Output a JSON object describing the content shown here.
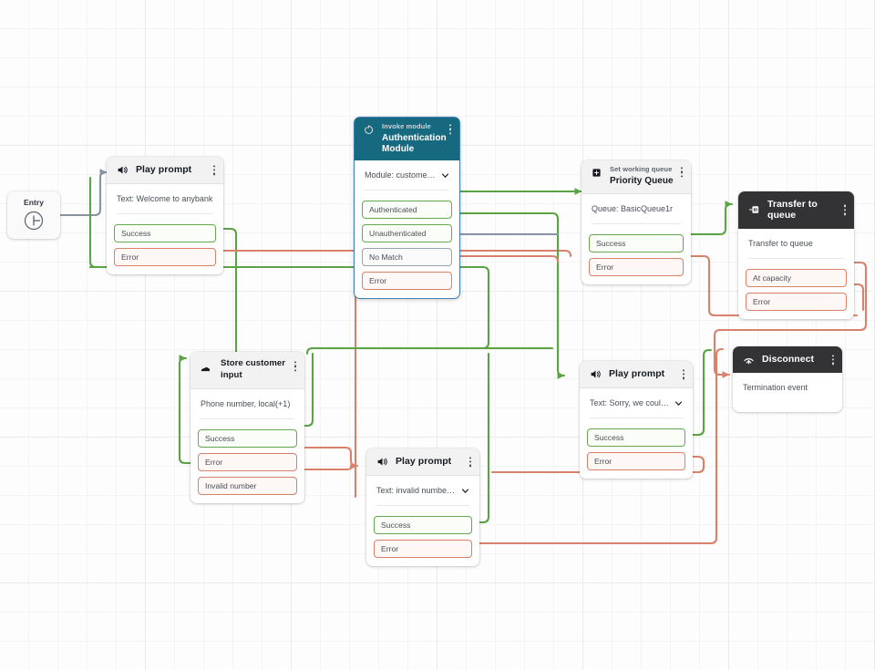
{
  "canvas": {
    "grid": true,
    "background_color": "#fdfdfd",
    "grid_color": "#ebebeb"
  },
  "colors": {
    "success": "#67a84f",
    "error": "#d9816a",
    "neutral": "#8794a3",
    "teal_header": "#16697f",
    "dark_header": "#333336",
    "gray_header": "#f2f2f3"
  },
  "entry": {
    "label": "Entry",
    "icon": "start-circle-icon"
  },
  "nodes": [
    {
      "id": "play-prompt-welcome",
      "eyebrow": "",
      "title": "Play prompt",
      "icon": "speaker-icon",
      "param": "Text: Welcome to anybank",
      "has_chevron": false,
      "ports": [
        {
          "label": "Success",
          "kind": "ok"
        },
        {
          "label": "Error",
          "kind": "err"
        }
      ]
    },
    {
      "id": "authentication-module",
      "eyebrow": "Invoke module",
      "title": "Authentication Module",
      "icon": "module-icon",
      "param": "Module: customer authen...",
      "has_chevron": true,
      "ports": [
        {
          "label": "Authenticated",
          "kind": "ok"
        },
        {
          "label": "Unauthenticated",
          "kind": "ok"
        },
        {
          "label": "No Match",
          "kind": "neutral"
        },
        {
          "label": "Error",
          "kind": "err"
        }
      ]
    },
    {
      "id": "priority-queue",
      "eyebrow": "Set working queue",
      "title": "Priority Queue",
      "icon": "queue-icon",
      "param": "Queue: BasicQueue1r",
      "has_chevron": false,
      "ports": [
        {
          "label": "Success",
          "kind": "ok"
        },
        {
          "label": "Error",
          "kind": "err"
        }
      ]
    },
    {
      "id": "transfer-to-queue",
      "eyebrow": "",
      "title": "Transfer to queue",
      "icon": "transfer-icon",
      "param": "Transfer to queue",
      "has_chevron": false,
      "ports": [
        {
          "label": "At capacity",
          "kind": "err"
        },
        {
          "label": "Error",
          "kind": "err"
        }
      ]
    },
    {
      "id": "store-customer-input",
      "eyebrow": "",
      "title": "Store customer input",
      "icon": "keypad-icon",
      "param": "Phone number, local(+1)",
      "has_chevron": false,
      "ports": [
        {
          "label": "Success",
          "kind": "ok"
        },
        {
          "label": "Error",
          "kind": "err"
        },
        {
          "label": "Invalid number",
          "kind": "err"
        }
      ]
    },
    {
      "id": "play-prompt-invalid",
      "eyebrow": "",
      "title": "Play prompt",
      "icon": "speaker-icon",
      "param": "Text: invalid number or s...",
      "has_chevron": true,
      "ports": [
        {
          "label": "Success",
          "kind": "ok"
        },
        {
          "label": "Error",
          "kind": "err"
        }
      ]
    },
    {
      "id": "play-prompt-sorry",
      "eyebrow": "",
      "title": "Play prompt",
      "icon": "speaker-icon",
      "param": "Text: Sorry, we could not...",
      "has_chevron": true,
      "ports": [
        {
          "label": "Success",
          "kind": "ok"
        },
        {
          "label": "Error",
          "kind": "err"
        }
      ]
    },
    {
      "id": "disconnect",
      "eyebrow": "",
      "title": "Disconnect",
      "icon": "disconnect-icon",
      "param": "Termination event",
      "has_chevron": false,
      "ports": []
    }
  ]
}
